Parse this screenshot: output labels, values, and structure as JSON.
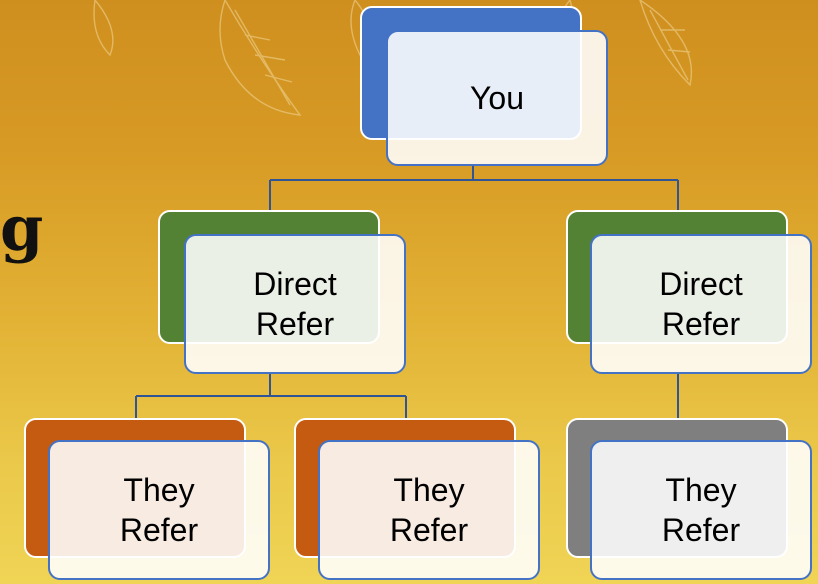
{
  "side_fragment": "g",
  "nodes": {
    "root": {
      "label": "You",
      "color": "#4472c4"
    },
    "left_mid": {
      "label": "Direct\nRefer",
      "color": "#548235"
    },
    "right_mid": {
      "label": "Direct\nRefer",
      "color": "#548235"
    },
    "leaf_1": {
      "label": "They\nRefer",
      "color": "#c55a11"
    },
    "leaf_2": {
      "label": "They\nRefer",
      "color": "#c55a11"
    },
    "leaf_3": {
      "label": "They\nRefer",
      "color": "#7f7f7f"
    }
  },
  "connector_color": "#2f5597"
}
